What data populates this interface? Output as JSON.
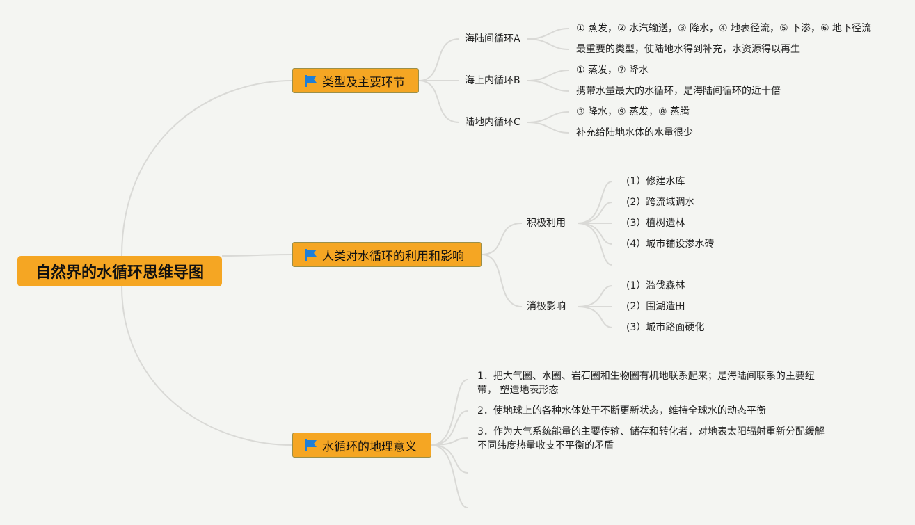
{
  "root": {
    "label": "自然界的水循环思维导图"
  },
  "branches": [
    {
      "label": "类型及主要环节",
      "children": [
        {
          "label": "海陆间循环A",
          "details": [
            "① 蒸发，② 水汽输送，③ 降水，④ 地表径流，⑤ 下渗，⑥ 地下径流",
            "最重要的类型，使陆地水得到补充，水资源得以再生"
          ]
        },
        {
          "label": "海上内循环B",
          "details": [
            "① 蒸发，⑦ 降水",
            "携带水量最大的水循环，是海陆间循环的近十倍"
          ]
        },
        {
          "label": "陆地内循环C",
          "details": [
            "③ 降水，⑨ 蒸发，⑧ 蒸腾",
            "补充给陆地水体的水量很少"
          ]
        }
      ]
    },
    {
      "label": "人类对水循环的利用和影响",
      "children": [
        {
          "label": "积极利用",
          "details": [
            "(1）修建水库",
            "(2）跨流域调水",
            "(3）植树造林",
            "(4）城市铺设渗水砖"
          ]
        },
        {
          "label": "消极影响",
          "details": [
            "(1）滥伐森林",
            "(2）围湖造田",
            "(3）城市路面硬化"
          ]
        }
      ]
    },
    {
      "label": "水循环的地理意义",
      "items": [
        "1．把大气圈、水圈、岩石圈和生物圈有机地联系起来；是海陆间联系的主要纽带， 塑造地表形态",
        "2．使地球上的各种水体处于不断更新状态，维持全球水的动态平衡",
        "3．作为大气系统能量的主要传输、储存和转化者，对地表太阳辐射重新分配缓解不同纬度热量收支不平衡的矛盾"
      ]
    }
  ],
  "colors": {
    "topic_fill": "#f5a623",
    "flag": "#1e7fd8",
    "connector": "#d9d9d6",
    "background": "#f4f5f2"
  },
  "icons": {
    "topic_marker": "flag-icon"
  }
}
